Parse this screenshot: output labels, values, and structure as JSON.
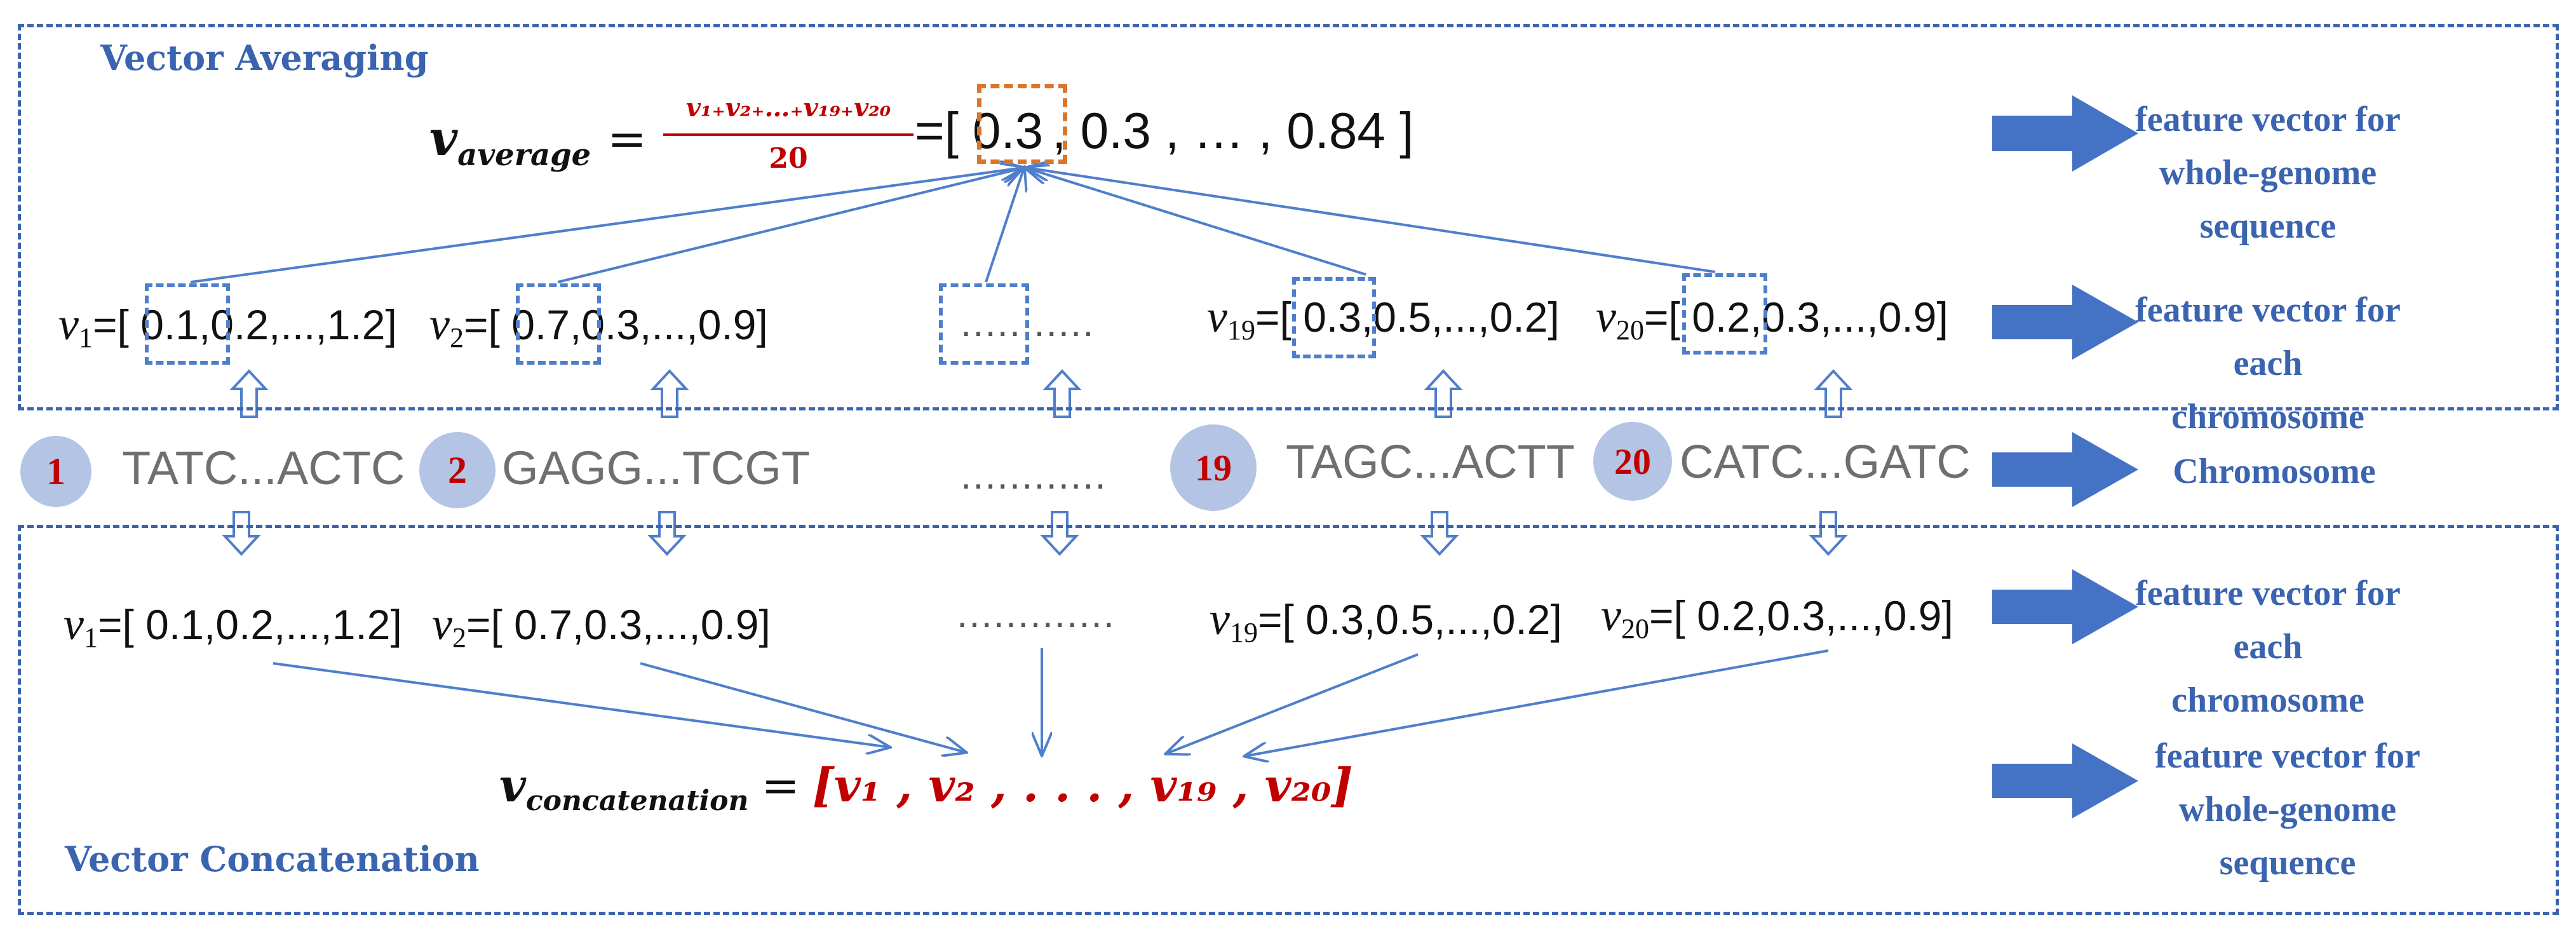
{
  "colors": {
    "frame": "#3b64b0",
    "link_arrow": "#4f7ecb",
    "big_arrow": "#4472c4",
    "badge_fill": "#b3c4e5",
    "highlight_red": "#c00000",
    "highlight_box_orange": "#d9762b"
  },
  "top_section": {
    "title": "Vector Averaging",
    "formula": {
      "lhs_symbol": "v",
      "lhs_subscript": "average",
      "equals": "=",
      "numerator": "v₁₊v₂₊…₊v₁₉₊v₂₀",
      "denominator": "20",
      "result_open": "=[",
      "first_value": "0.3",
      "result_rest": ", 0.3 , … , 0.84 ]"
    },
    "vectors": [
      {
        "symbol": "v",
        "sub": "1",
        "open": "=[",
        "first": " 0.1",
        "rest": ",0.2,...,1.2]"
      },
      {
        "symbol": "v",
        "sub": "2",
        "open": "=[",
        "first": " 0.7",
        "rest": ",0.3,...,0.9]"
      },
      {
        "dots": "..........."
      },
      {
        "symbol": "v",
        "sub": "19",
        "open": "=[",
        "first": " 0.3",
        "rest": ",0.5,...,0.2]"
      },
      {
        "symbol": "v",
        "sub": "20",
        "open": "=[",
        "first": " 0.2",
        "rest": ",0.3,...,0.9]"
      }
    ]
  },
  "chromosomes": [
    {
      "badge": "1",
      "sequence": "TATC...ACTC"
    },
    {
      "badge": "2",
      "sequence": "GAGG...TCGT"
    },
    {
      "dots": "............"
    },
    {
      "badge": "19",
      "sequence": "TAGC...ACTT"
    },
    {
      "badge": "20",
      "sequence": "CATC...GATC"
    }
  ],
  "bottom_section": {
    "title": "Vector Concatenation",
    "vectors": [
      {
        "symbol": "v",
        "sub": "1",
        "text": "=[ 0.1,0.2,...,1.2]"
      },
      {
        "symbol": "v",
        "sub": "2",
        "text": "=[ 0.7,0.3,...,0.9]"
      },
      {
        "dots": "............."
      },
      {
        "symbol": "v",
        "sub": "19",
        "text": "=[ 0.3,0.5,...,0.2]"
      },
      {
        "symbol": "v",
        "sub": "20",
        "text": "=[ 0.2,0.3,...,0.9]"
      }
    ],
    "formula": {
      "lhs_symbol": "v",
      "lhs_subscript": "concatenation",
      "equals": "=",
      "rhs": "[v₁ , v₂ , . . . , v₁₉ , v₂₀]"
    }
  },
  "right_labels": [
    "feature vector for whole-genome sequence",
    "feature vector for each chromosome",
    "Chromosome",
    "feature vector for each chromosome",
    "feature vector for whole-genome sequence"
  ]
}
